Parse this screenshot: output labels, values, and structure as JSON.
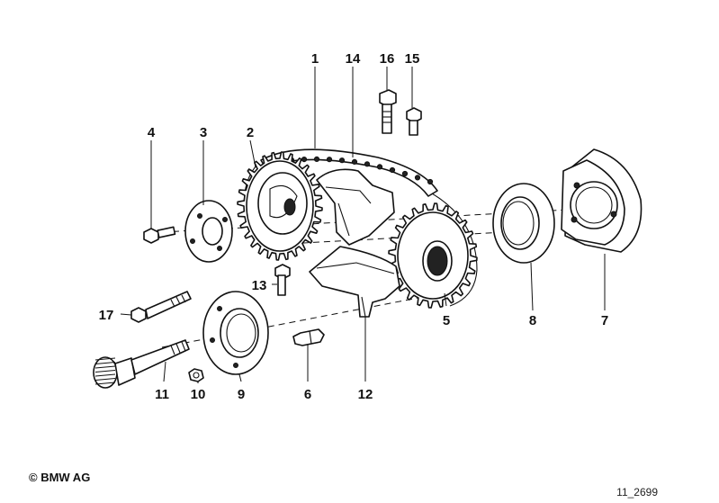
{
  "diagram": {
    "copyright": "© BMW AG",
    "reference_code": "11_2699",
    "part_numbers": [
      "1",
      "2",
      "3",
      "4",
      "5",
      "6",
      "7",
      "8",
      "9",
      "10",
      "11",
      "12",
      "13",
      "14",
      "15",
      "16",
      "17"
    ]
  }
}
